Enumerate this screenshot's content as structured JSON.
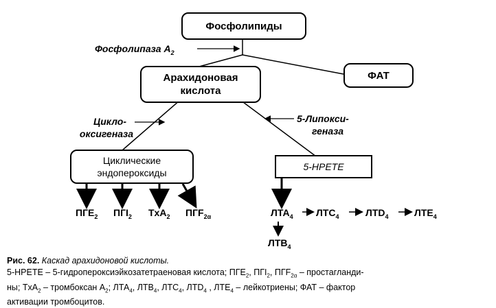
{
  "diagram": {
    "phospholipids": "Фосфолипиды",
    "phospholipase": "Фосфолипаза A",
    "phospholipase_sub": "2",
    "arachidonic_line1": "Арахидоновая",
    "arachidonic_line2": "кислота",
    "fat": "ФАТ",
    "cyclooxygenase_line1": "Цикло-",
    "cyclooxygenase_line2": "оксигеназа",
    "lipoxygenase_line1": "5-Липокси-",
    "lipoxygenase_line2": "геназа",
    "cyclic_line1": "Циклические",
    "cyclic_line2": "эндопероксиды",
    "hpete": "5-HPETE",
    "products_left": [
      {
        "main": "ПГЕ",
        "sub": "2"
      },
      {
        "main": "ПГI",
        "sub": "2"
      },
      {
        "main": "TxA",
        "sub": "2"
      },
      {
        "main": "ПГF",
        "sub": "2α"
      }
    ],
    "products_right": [
      {
        "main": "ЛТА",
        "sub": "4"
      },
      {
        "main": "ЛТС",
        "sub": "4"
      },
      {
        "main": "ЛТD",
        "sub": "4"
      },
      {
        "main": "ЛТЕ",
        "sub": "4"
      }
    ],
    "ltb": {
      "main": "ЛТВ",
      "sub": "4"
    }
  },
  "caption": {
    "figure_label": "Рис. 62.",
    "title": "Каскад арахидоновой кислоты.",
    "line1": "5-HPETE – 5-гидропероксиэйкозатетраеновая кислота; ПГЕ",
    "line1_rest": ", ПГI",
    "line1_rest2": ", ПГF",
    "line1_end": " – простагланди-",
    "line2_start": "ны; TxA",
    "line2_mid": " – тромбоксан A",
    "line2_rest": "; ЛТА",
    "line2_rest2": ", ЛТВ",
    "line2_rest3": ", ЛТС",
    "line2_rest4": ", ЛТD",
    "line2_rest5": " , ЛТЕ",
    "line2_end": " – лейкотриены; ФАТ – фактор",
    "line3": "активации тромбоцитов.",
    "sub2": "2",
    "sub4": "4",
    "sub2a": "2α"
  }
}
